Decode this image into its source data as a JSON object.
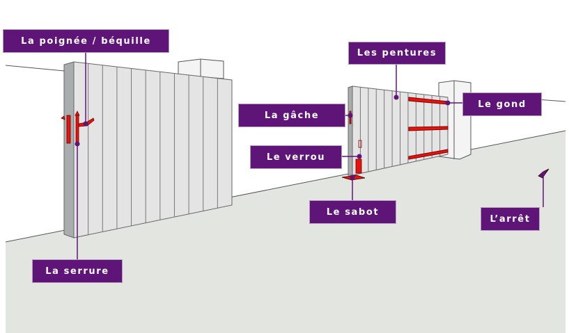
{
  "labels": {
    "poignee": "La poignée / béquille",
    "pentures": "Les pentures",
    "gond": "Le gond",
    "gache": "La gâche",
    "verrou": "Le verrou",
    "sabot": "Le sabot",
    "arret": "L’arrêt",
    "serrure": "La serrure"
  },
  "colors": {
    "label_bg": "#5f1478",
    "hardware": "#e8130c",
    "ground": "#e2e5e0",
    "panel": "#e4e4e4"
  }
}
